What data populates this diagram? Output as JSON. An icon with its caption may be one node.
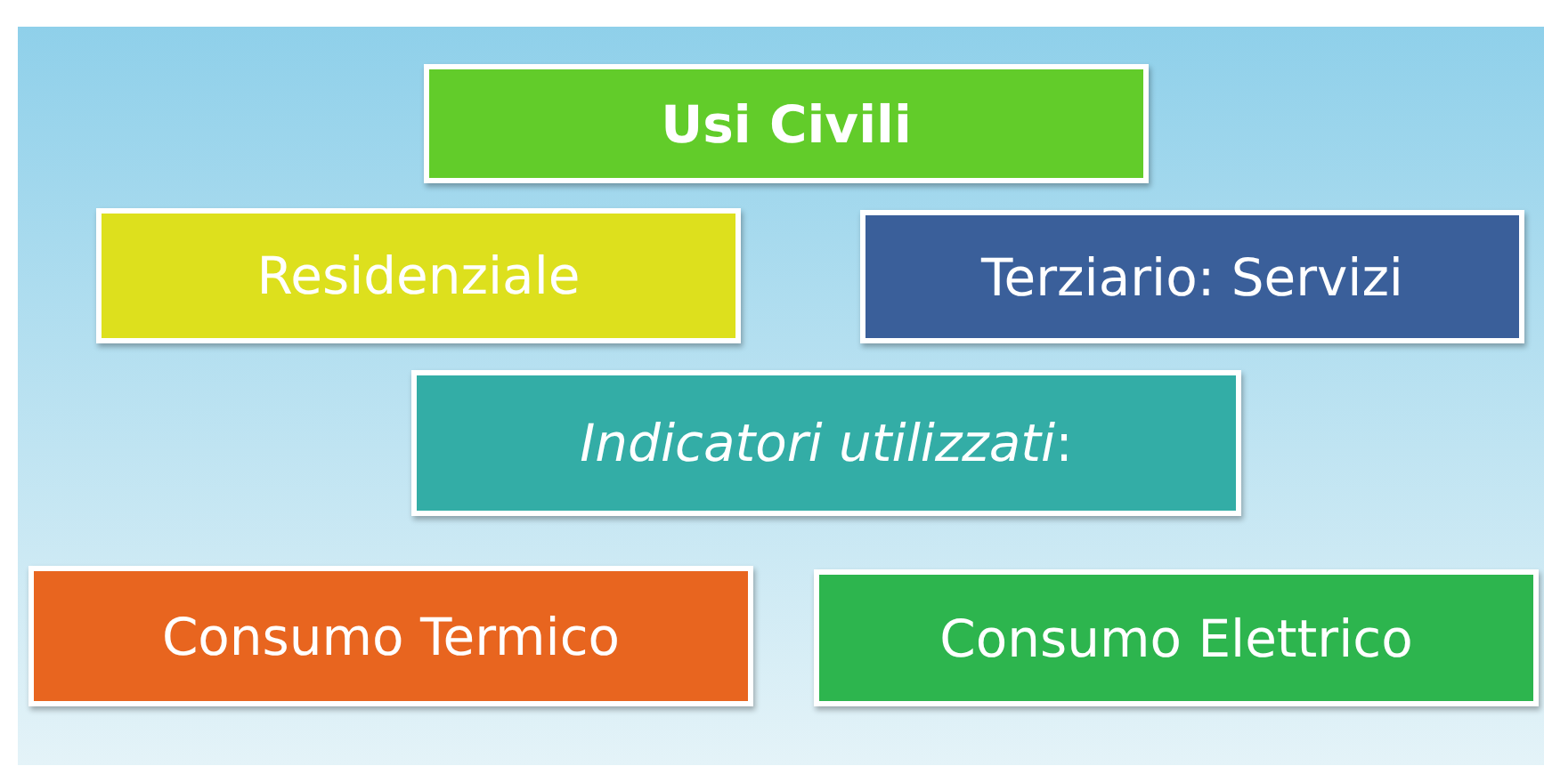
{
  "diagram": {
    "nodes": [
      {
        "text": [
          "Usi Civili"
        ]
      },
      {
        "text": [
          "Residenziale"
        ]
      },
      {
        "text": [
          "Terziario: Servizi"
        ]
      },
      {
        "text": [
          "*Indicatori utilizzati*:"
        ]
      },
      {
        "text": [
          "Consumo Termico"
        ]
      },
      {
        "text": [
          "Consumo Elettrico"
        ]
      }
    ]
  }
}
